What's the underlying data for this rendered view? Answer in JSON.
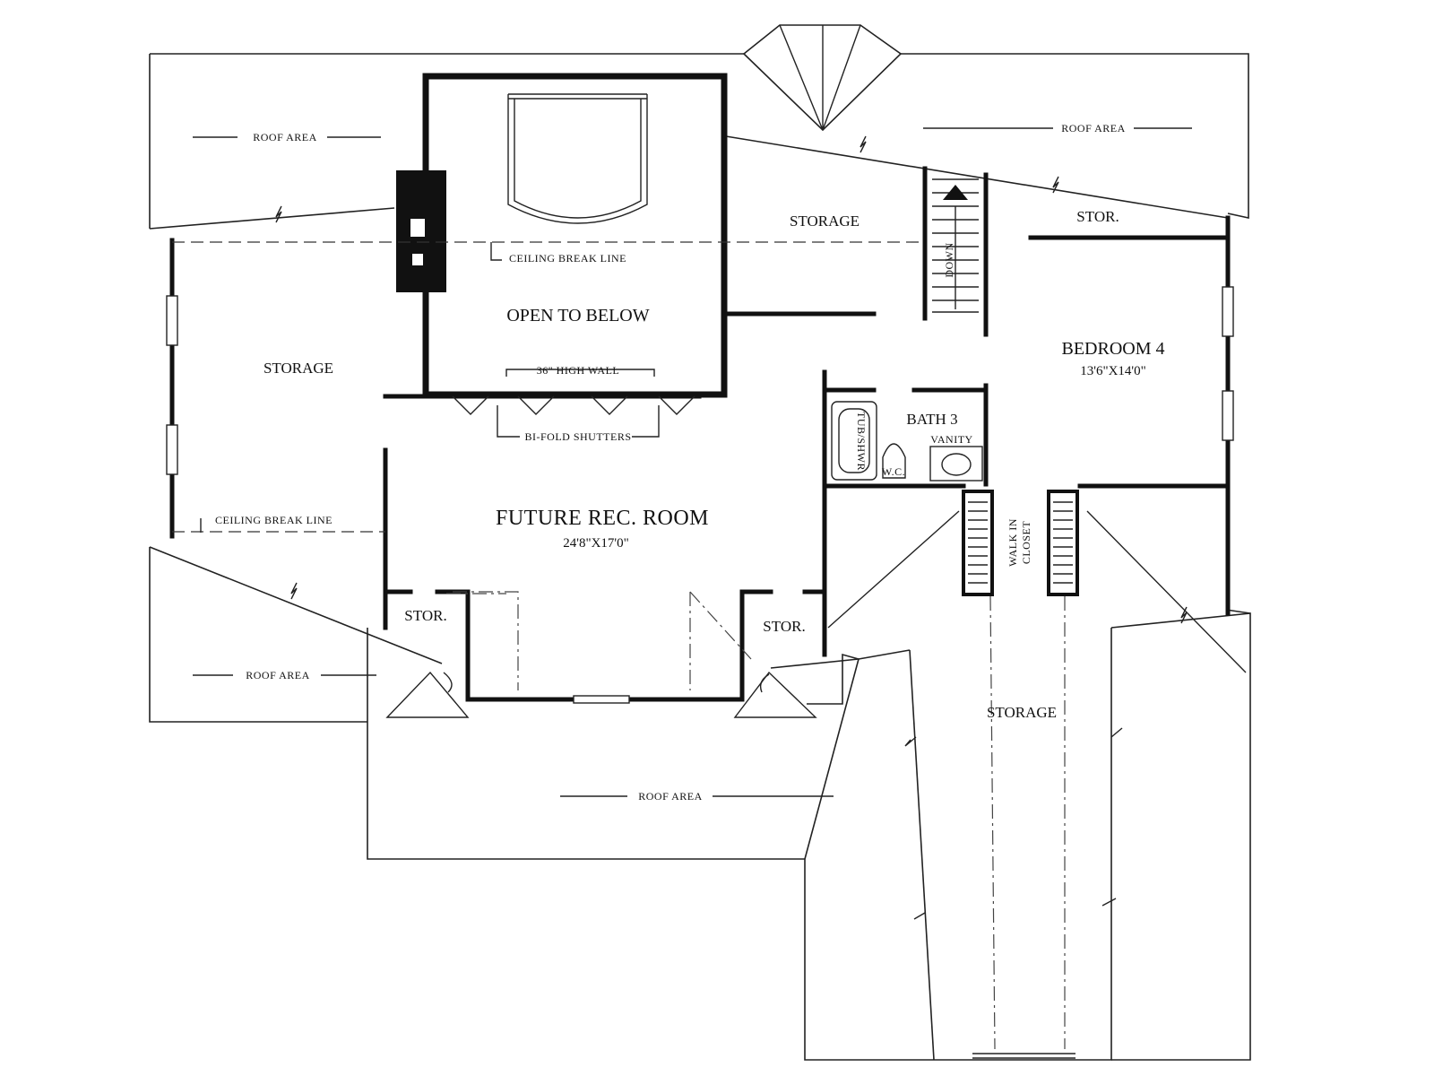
{
  "plan": {
    "labels": {
      "roof_area_top_left": "ROOF AREA",
      "roof_area_top_right": "ROOF AREA",
      "roof_area_bottom_left": "ROOF AREA",
      "roof_area_bottom_center": "ROOF AREA",
      "storage_west": "STORAGE",
      "storage_north": "STORAGE",
      "storage_south": "STORAGE",
      "stor_northeast": "STOR.",
      "stor_left": "STOR.",
      "stor_right": "STOR.",
      "ceiling_break_line_top": "CEILING BREAK LINE",
      "ceiling_break_line_left": "CEILING BREAK LINE",
      "open_to_below": "OPEN TO BELOW",
      "high_wall": "36\" HIGH WALL",
      "bifold_shutters": "BI-FOLD SHUTTERS",
      "rec_room_name": "FUTURE REC. ROOM",
      "rec_room_dims": "24'8\"X17'0\"",
      "bedroom_name": "BEDROOM 4",
      "bedroom_dims": "13'6\"X14'0\"",
      "bath_name": "BATH 3",
      "vanity": "VANITY",
      "tub_shower": "TUB/SHWR",
      "wc": "W.C.",
      "walk_in_closet_1": "WALK IN",
      "walk_in_closet_2": "CLOSET",
      "stair_down": "DOWN"
    }
  }
}
